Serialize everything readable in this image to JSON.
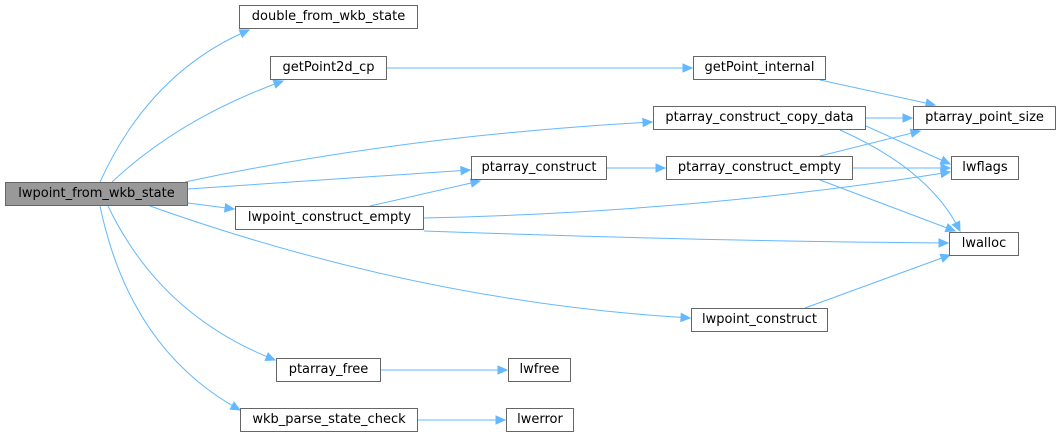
{
  "graph": {
    "edge_color": "#63b8ff",
    "node_border_color": "#666666",
    "root_fill_color": "#999999",
    "node_fill_color": "#ffffff",
    "nodes": [
      {
        "id": "root",
        "label": "lwpoint_from_wkb_state",
        "root": true
      },
      {
        "id": "dfws",
        "label": "double_from_wkb_state"
      },
      {
        "id": "gp2d",
        "label": "getPoint2d_cp"
      },
      {
        "id": "gpi",
        "label": "getPoint_internal"
      },
      {
        "id": "pccd",
        "label": "ptarray_construct_copy_data"
      },
      {
        "id": "pps",
        "label": "ptarray_point_size"
      },
      {
        "id": "pc",
        "label": "ptarray_construct"
      },
      {
        "id": "pce",
        "label": "ptarray_construct_empty"
      },
      {
        "id": "lwflags",
        "label": "lwflags"
      },
      {
        "id": "lce",
        "label": "lwpoint_construct_empty"
      },
      {
        "id": "lwalloc",
        "label": "lwalloc"
      },
      {
        "id": "lpc",
        "label": "lwpoint_construct"
      },
      {
        "id": "paf",
        "label": "ptarray_free"
      },
      {
        "id": "lwfree",
        "label": "lwfree"
      },
      {
        "id": "wpsc",
        "label": "wkb_parse_state_check"
      },
      {
        "id": "lwerror",
        "label": "lwerror"
      }
    ],
    "edges": [
      [
        "root",
        "dfws"
      ],
      [
        "root",
        "gp2d"
      ],
      [
        "root",
        "pccd"
      ],
      [
        "root",
        "pc"
      ],
      [
        "root",
        "lce"
      ],
      [
        "root",
        "lpc"
      ],
      [
        "root",
        "paf"
      ],
      [
        "root",
        "wpsc"
      ],
      [
        "gp2d",
        "gpi"
      ],
      [
        "gpi",
        "pps"
      ],
      [
        "pccd",
        "pps"
      ],
      [
        "pccd",
        "lwflags"
      ],
      [
        "pccd",
        "lwalloc"
      ],
      [
        "pc",
        "pce"
      ],
      [
        "pce",
        "pps"
      ],
      [
        "pce",
        "lwflags"
      ],
      [
        "pce",
        "lwalloc"
      ],
      [
        "lce",
        "pc"
      ],
      [
        "lce",
        "lwflags"
      ],
      [
        "lce",
        "lwalloc"
      ],
      [
        "lpc",
        "lwalloc"
      ],
      [
        "paf",
        "lwfree"
      ],
      [
        "wpsc",
        "lwerror"
      ]
    ]
  }
}
